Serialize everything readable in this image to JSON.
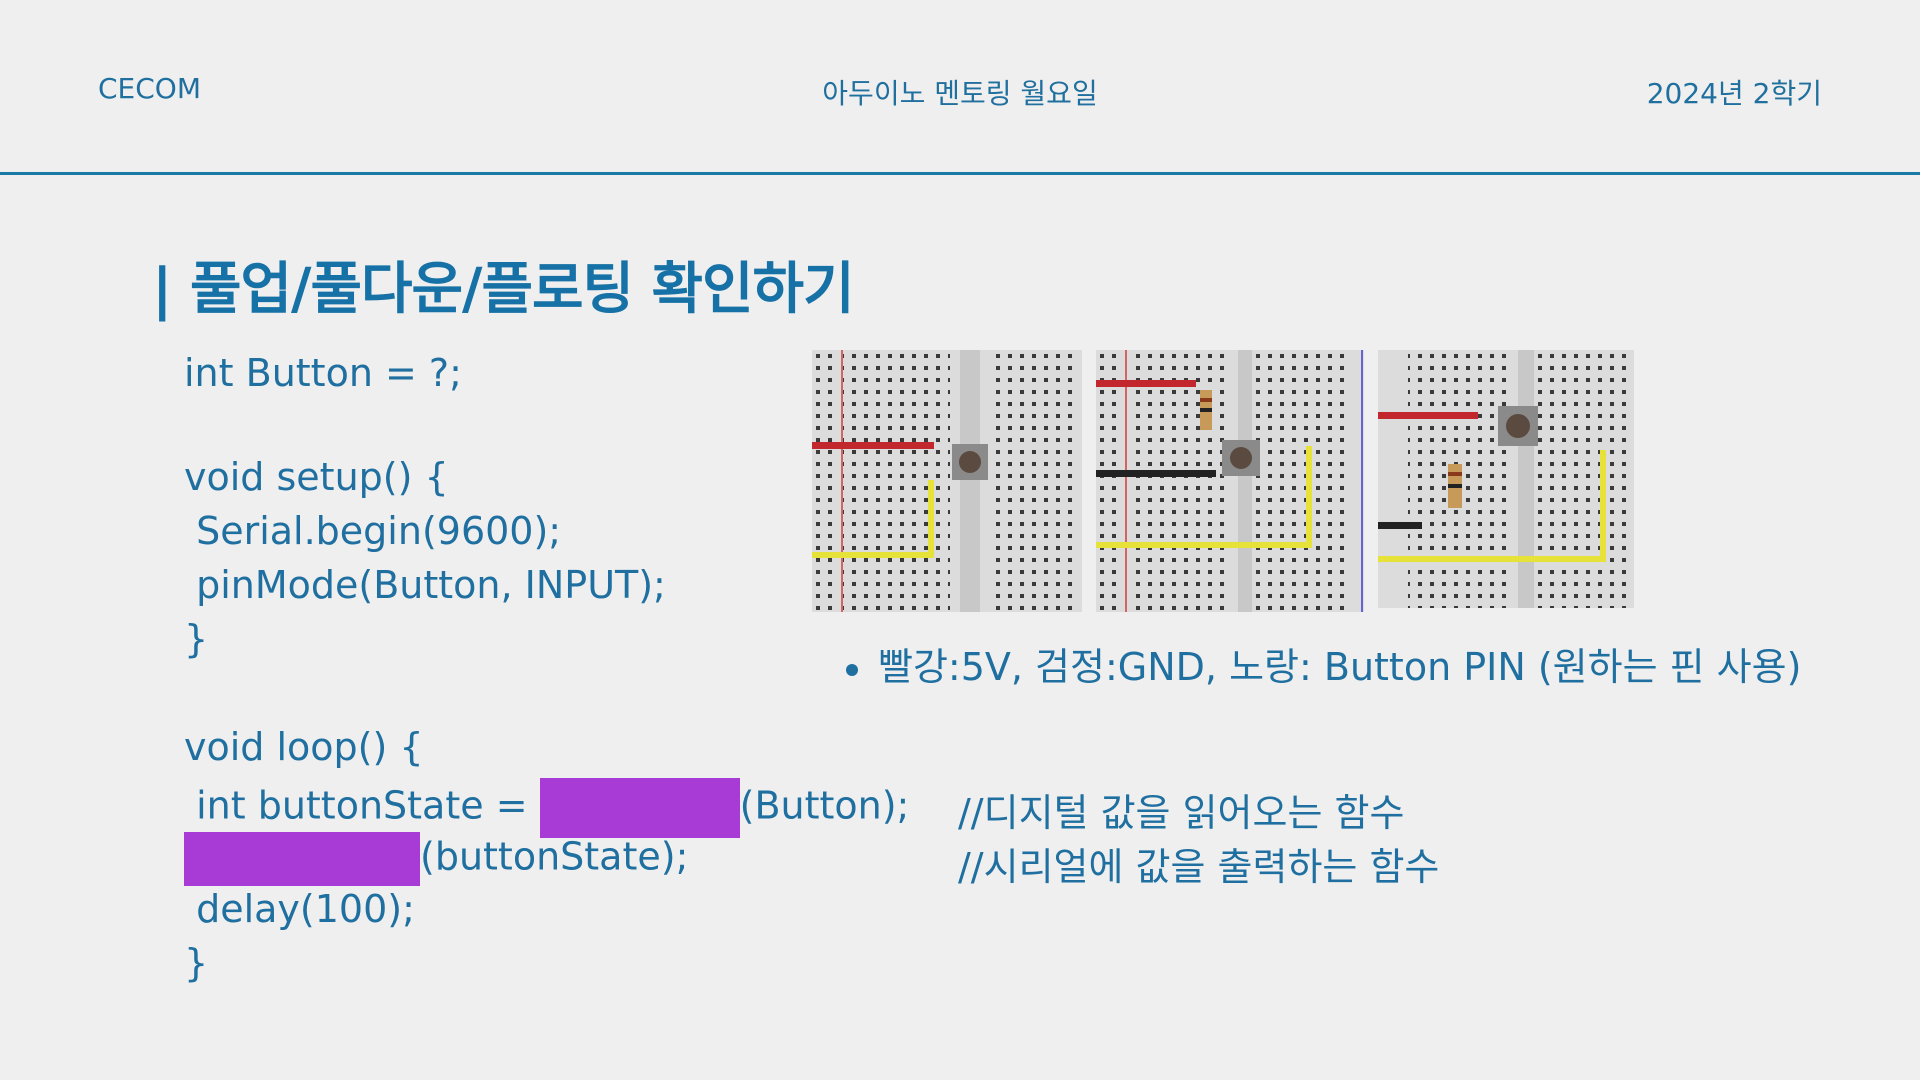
{
  "header": {
    "left": "CECOM",
    "center": "아두이노 멘토링 월요일",
    "right": "2024년 2학기"
  },
  "title": "| 풀업/풀다운/플로팅 확인하기",
  "code": {
    "line1": "int Button = ?;",
    "line2": "void setup() {",
    "line3": " Serial.begin(9600);",
    "line4": " pinMode(Button, INPUT);",
    "line5": "}",
    "line6": "void loop() {",
    "line7_prefix": " int buttonState = ",
    "line7_suffix": "(Button);",
    "line8_suffix": "(buttonState);",
    "line9": " delay(100);",
    "line10": "}"
  },
  "comments": {
    "c1": "//디지털 값을 읽어오는 함수",
    "c2": "//시리얼에 값을 출력하는 함수"
  },
  "bullet": "빨강:5V, 검정:GND, 노랑: Button PIN (원하는 핀 사용)",
  "colors": {
    "accent": "#1b74a6",
    "mask": "#a83bd6",
    "wire_red": "#c1272d",
    "wire_black": "#222222",
    "wire_yellow": "#e6e23a",
    "breadboard": "#d9d9d9"
  }
}
